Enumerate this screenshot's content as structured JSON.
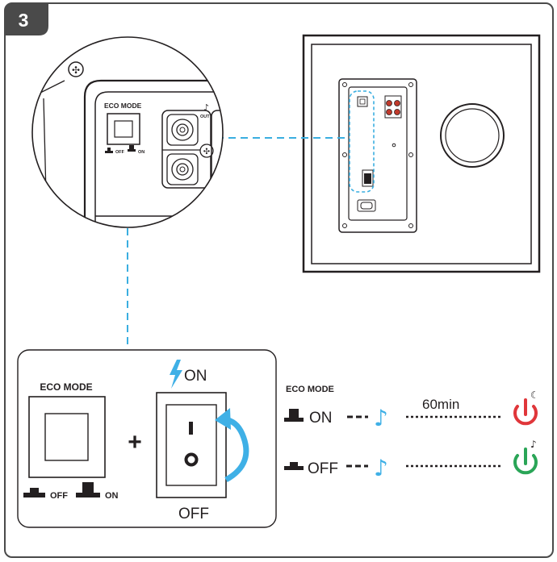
{
  "step": {
    "number": "3"
  },
  "zoom": {
    "eco_mode_label": "ECO MODE",
    "off_label": "OFF",
    "on_label": "ON",
    "out_label": "OUT"
  },
  "eco_panel": {
    "eco_mode_label": "ECO MODE",
    "off_label": "OFF",
    "on_label": "ON",
    "plus": "+",
    "power_on_label": "ON",
    "power_off_label": "OFF",
    "switch_on_symbol": "I",
    "switch_off_symbol": "O"
  },
  "modes": {
    "title": "ECO MODE",
    "on_label": "ON",
    "off_label": "OFF",
    "timer_label": "60min"
  },
  "colors": {
    "frame": "#4a4a4a",
    "step_badge": "#4a4a4a",
    "connector": "#3aaee0",
    "standby_red": "#e0363a",
    "power_green": "#2aa557",
    "arrow_blue": "#3fb0e6"
  }
}
